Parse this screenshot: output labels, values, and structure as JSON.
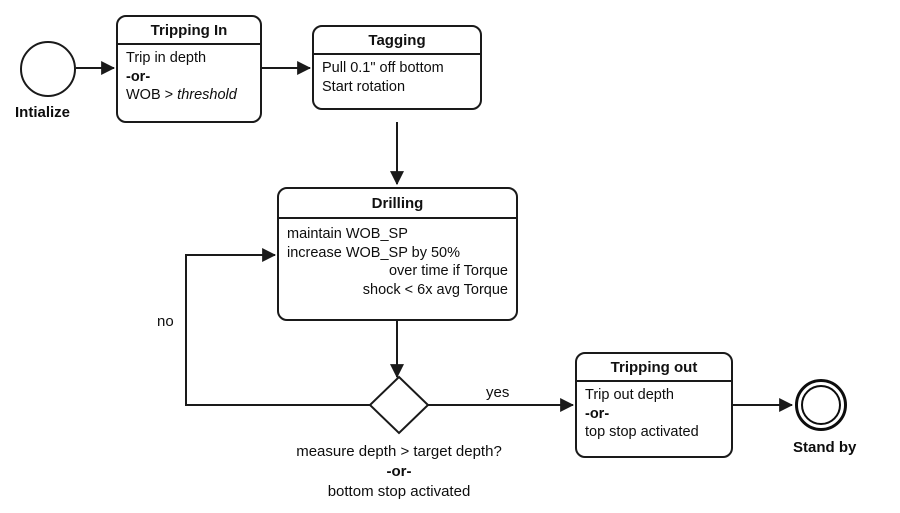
{
  "diagram": {
    "title": "Drilling control state machine flowchart",
    "type": "state-diagram",
    "colors": {
      "stroke": "#1a1a1a",
      "background": "#ffffff",
      "text": "#0d0d0d"
    },
    "start_state": {
      "name": "initialize",
      "label": "Intialize"
    },
    "final_state": {
      "name": "stand-by",
      "label": "Stand by"
    },
    "states": [
      {
        "id": "tripping-in",
        "header": "Tripping In",
        "lines": [
          {
            "text": "Trip in depth",
            "style": "plain",
            "align": "left"
          },
          {
            "text": "-or-",
            "style": "bold",
            "align": "left"
          },
          {
            "text": "WOB > ",
            "tail": "threshold",
            "style": "plain-italic-tail",
            "align": "left"
          }
        ]
      },
      {
        "id": "tagging",
        "header": "Tagging",
        "lines": [
          {
            "text": "Pull 0.1\" off bottom",
            "style": "plain",
            "align": "left"
          },
          {
            "text": "Start rotation",
            "style": "plain",
            "align": "left"
          }
        ]
      },
      {
        "id": "drilling",
        "header": "Drilling",
        "lines": [
          {
            "text": "maintain WOB_SP",
            "style": "plain",
            "align": "left"
          },
          {
            "text": "increase WOB_SP by 50%",
            "style": "plain",
            "align": "left"
          },
          {
            "text": "over time if Torque",
            "style": "plain",
            "align": "right"
          },
          {
            "text": "shock < 6x avg Torque",
            "style": "plain",
            "align": "right"
          }
        ]
      },
      {
        "id": "tripping-out",
        "header": "Tripping out",
        "lines": [
          {
            "text": "Trip out depth",
            "style": "plain",
            "align": "left"
          },
          {
            "text": "-or-",
            "style": "bold",
            "align": "left"
          },
          {
            "text": "top stop activated",
            "style": "plain",
            "align": "left"
          }
        ]
      }
    ],
    "decision": {
      "id": "depth-check",
      "shape": "diamond",
      "condition_lines": [
        {
          "text": "measure depth > target depth?",
          "style": "plain"
        },
        {
          "text": "-or-",
          "style": "bold"
        },
        {
          "text": "bottom stop activated",
          "style": "plain"
        }
      ]
    },
    "edge_labels": {
      "yes": "yes",
      "no": "no"
    },
    "edges": [
      {
        "from": "initialize",
        "to": "tripping-in",
        "label": ""
      },
      {
        "from": "tripping-in",
        "to": "tagging",
        "label": ""
      },
      {
        "from": "tagging",
        "to": "drilling",
        "label": ""
      },
      {
        "from": "drilling",
        "to": "depth-check",
        "label": ""
      },
      {
        "from": "depth-check",
        "to": "tripping-out",
        "label": "yes"
      },
      {
        "from": "depth-check",
        "to": "drilling",
        "label": "no"
      },
      {
        "from": "tripping-out",
        "to": "stand-by",
        "label": ""
      }
    ]
  }
}
